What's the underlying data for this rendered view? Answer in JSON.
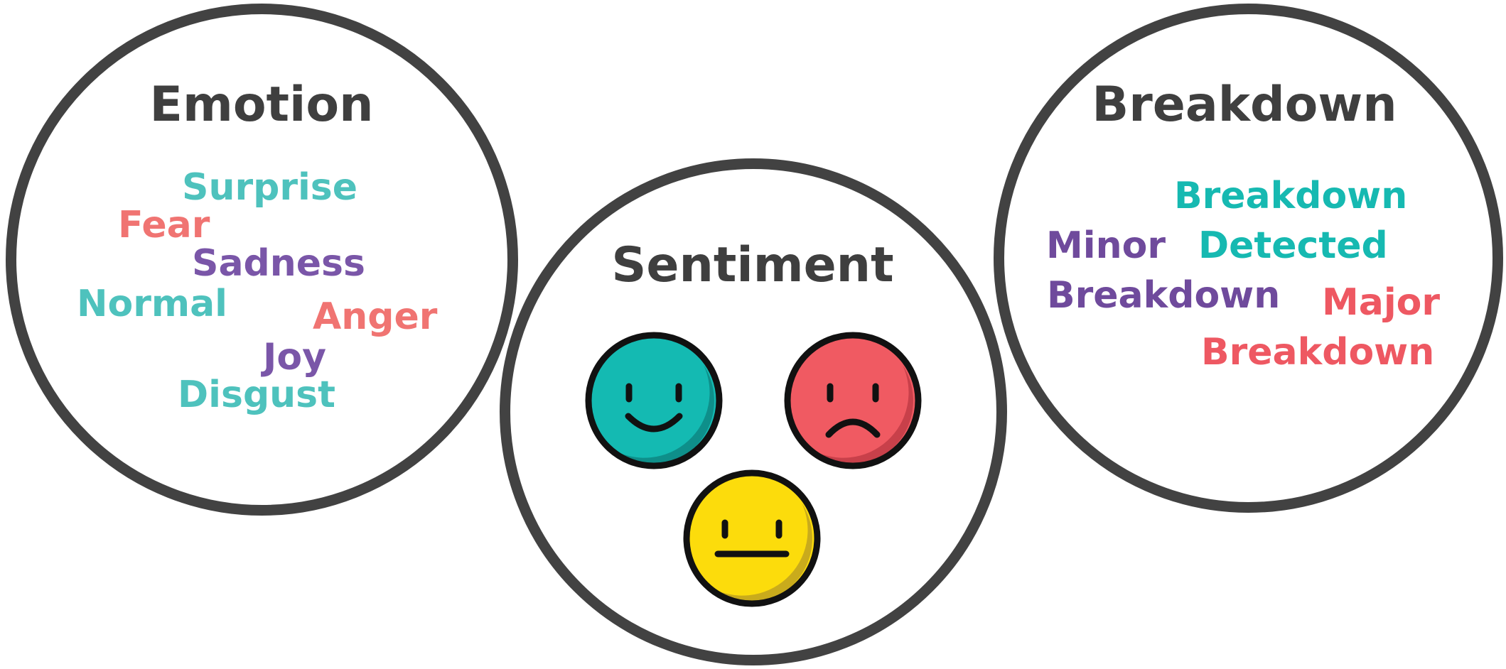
{
  "emotion": {
    "title": "Emotion",
    "words": [
      "Surprise",
      "Fear",
      "Sadness",
      "Normal",
      "Anger",
      "Joy",
      "Disgust"
    ]
  },
  "sentiment": {
    "title": "Sentiment",
    "faces": [
      {
        "name": "happy-face-icon",
        "fill": "#14bab2",
        "shade": "#0e8f8a"
      },
      {
        "name": "sad-face-icon",
        "fill": "#f05a62",
        "shade": "#c8404a"
      },
      {
        "name": "neutral-face-icon",
        "fill": "#fcdc0c",
        "shade": "#c9ab1c"
      }
    ]
  },
  "breakdown": {
    "title": "Breakdown",
    "labels": {
      "detected_line1": "Breakdown",
      "detected_line2": "Detected",
      "minor_line1": "Minor",
      "minor_line2": "Breakdown",
      "major_line1": "Major",
      "major_line2": "Breakdown"
    }
  },
  "colors": {
    "outline": "#424242",
    "title_text": "#3f3f3f",
    "teal": "#4ec2bd",
    "coral": "#f07472",
    "purple": "#7a56a8",
    "breakdown_teal": "#16b9b1",
    "breakdown_purple": "#6f4a9c",
    "breakdown_red": "#ee5862"
  }
}
